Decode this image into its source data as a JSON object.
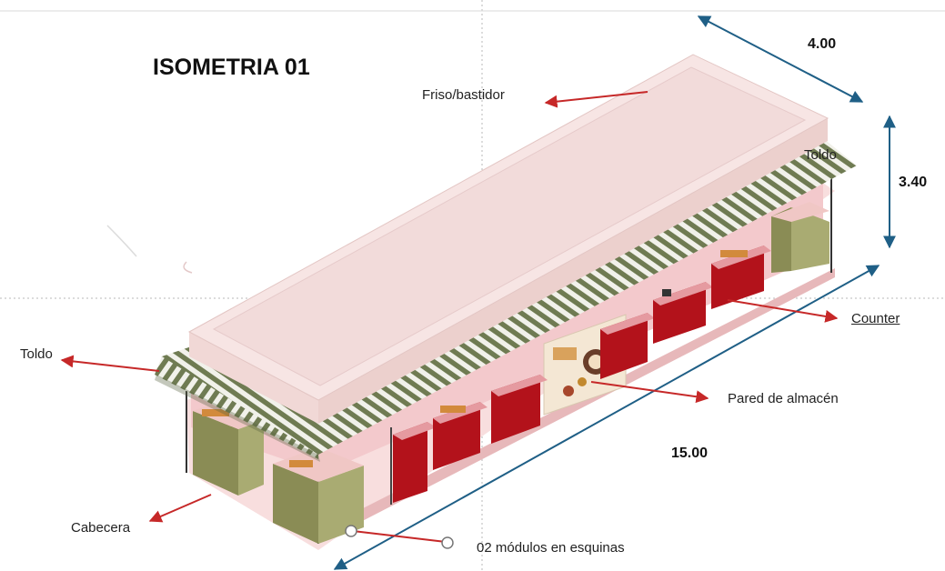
{
  "title": "ISOMETRIA 01",
  "dimensions": {
    "width": "4.00",
    "height": "3.40",
    "length": "15.00"
  },
  "labels": {
    "friso": "Friso/bastidor",
    "toldo_right": "Toldo",
    "toldo_left": "Toldo",
    "counter": "Counter",
    "pared": "Pared de almacén",
    "cabecera": "Cabecera",
    "modulos": "02 módulos en esquinas"
  },
  "colors": {
    "arrow_red": "#c62828",
    "dimension_blue": "#1f5f86",
    "roof_pink": "#f7e5e4",
    "awning_green": "#6f7b52",
    "counter_red": "#b3121b",
    "module_olive": "#8a8c55"
  }
}
